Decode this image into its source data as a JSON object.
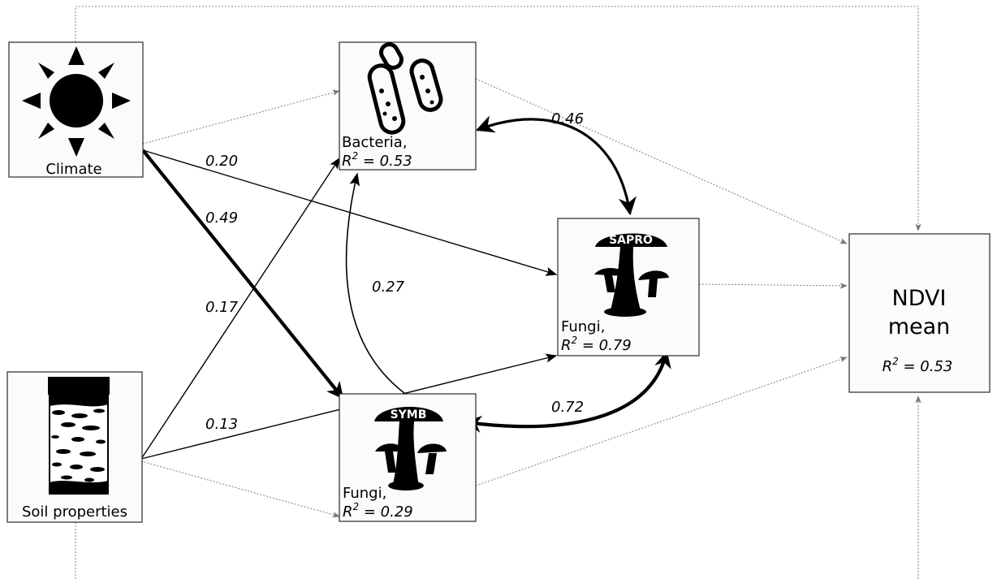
{
  "nodes": {
    "climate": {
      "label": "Climate"
    },
    "soil": {
      "label": "Soil properties"
    },
    "bacteria": {
      "label": "Bacteria,",
      "r2_sym": "R",
      "r2_sup": "2",
      "r2_val": " = 0.53"
    },
    "sapro": {
      "tag": "SAPRO",
      "label": "Fungi,",
      "r2_sym": "R",
      "r2_sup": "2",
      "r2_val": " = 0.79"
    },
    "symb": {
      "tag": "SYMB",
      "label": "Fungi,",
      "r2_sym": "R",
      "r2_sup": "2",
      "r2_val": " = 0.29"
    },
    "ndvi": {
      "line1": "NDVI",
      "line2": "mean",
      "r2_sym": "R",
      "r2_sup": "2",
      "r2_val": " = 0.53"
    }
  },
  "paths": [
    {
      "from": "Climate",
      "to": "Fungi SAPRO",
      "coef": "0.20",
      "significant": true
    },
    {
      "from": "Climate",
      "to": "Fungi SYMB",
      "coef": "0.49",
      "significant": true
    },
    {
      "from": "Soil properties",
      "to": "Bacteria",
      "coef": "0.17",
      "significant": true
    },
    {
      "from": "Soil properties",
      "to": "Fungi SAPRO",
      "coef": "0.13",
      "significant": true
    },
    {
      "from": "Fungi SYMB",
      "to": "Bacteria",
      "coef": "0.27",
      "significant": true
    },
    {
      "from": "Bacteria",
      "to": "Fungi SAPRO",
      "coef": "0.46",
      "significant": true,
      "bidirectional": true
    },
    {
      "from": "Fungi SYMB",
      "to": "Fungi SAPRO",
      "coef": "0.72",
      "significant": true,
      "bidirectional": true
    },
    {
      "from": "Climate",
      "to": "Bacteria",
      "coef": "",
      "significant": false
    },
    {
      "from": "Soil properties",
      "to": "Fungi SYMB",
      "coef": "",
      "significant": false
    },
    {
      "from": "Bacteria",
      "to": "NDVI mean",
      "coef": "",
      "significant": false
    },
    {
      "from": "Fungi SAPRO",
      "to": "NDVI mean",
      "coef": "",
      "significant": false
    },
    {
      "from": "Fungi SYMB",
      "to": "NDVI mean",
      "coef": "",
      "significant": false
    },
    {
      "from": "Climate",
      "to": "NDVI mean",
      "coef": "",
      "significant": false
    },
    {
      "from": "Soil properties",
      "to": "NDVI mean",
      "coef": "",
      "significant": false
    }
  ],
  "colors": {
    "significant": "#000000",
    "nonsignificant": "#8a8a8a",
    "box_fill": "#fbfbfb"
  },
  "icons": {
    "climate": "sun-icon",
    "soil": "soil-profile-icon",
    "bacteria": "bacteria-icon",
    "sapro": "mushroom-icon",
    "symb": "mushroom-icon"
  }
}
